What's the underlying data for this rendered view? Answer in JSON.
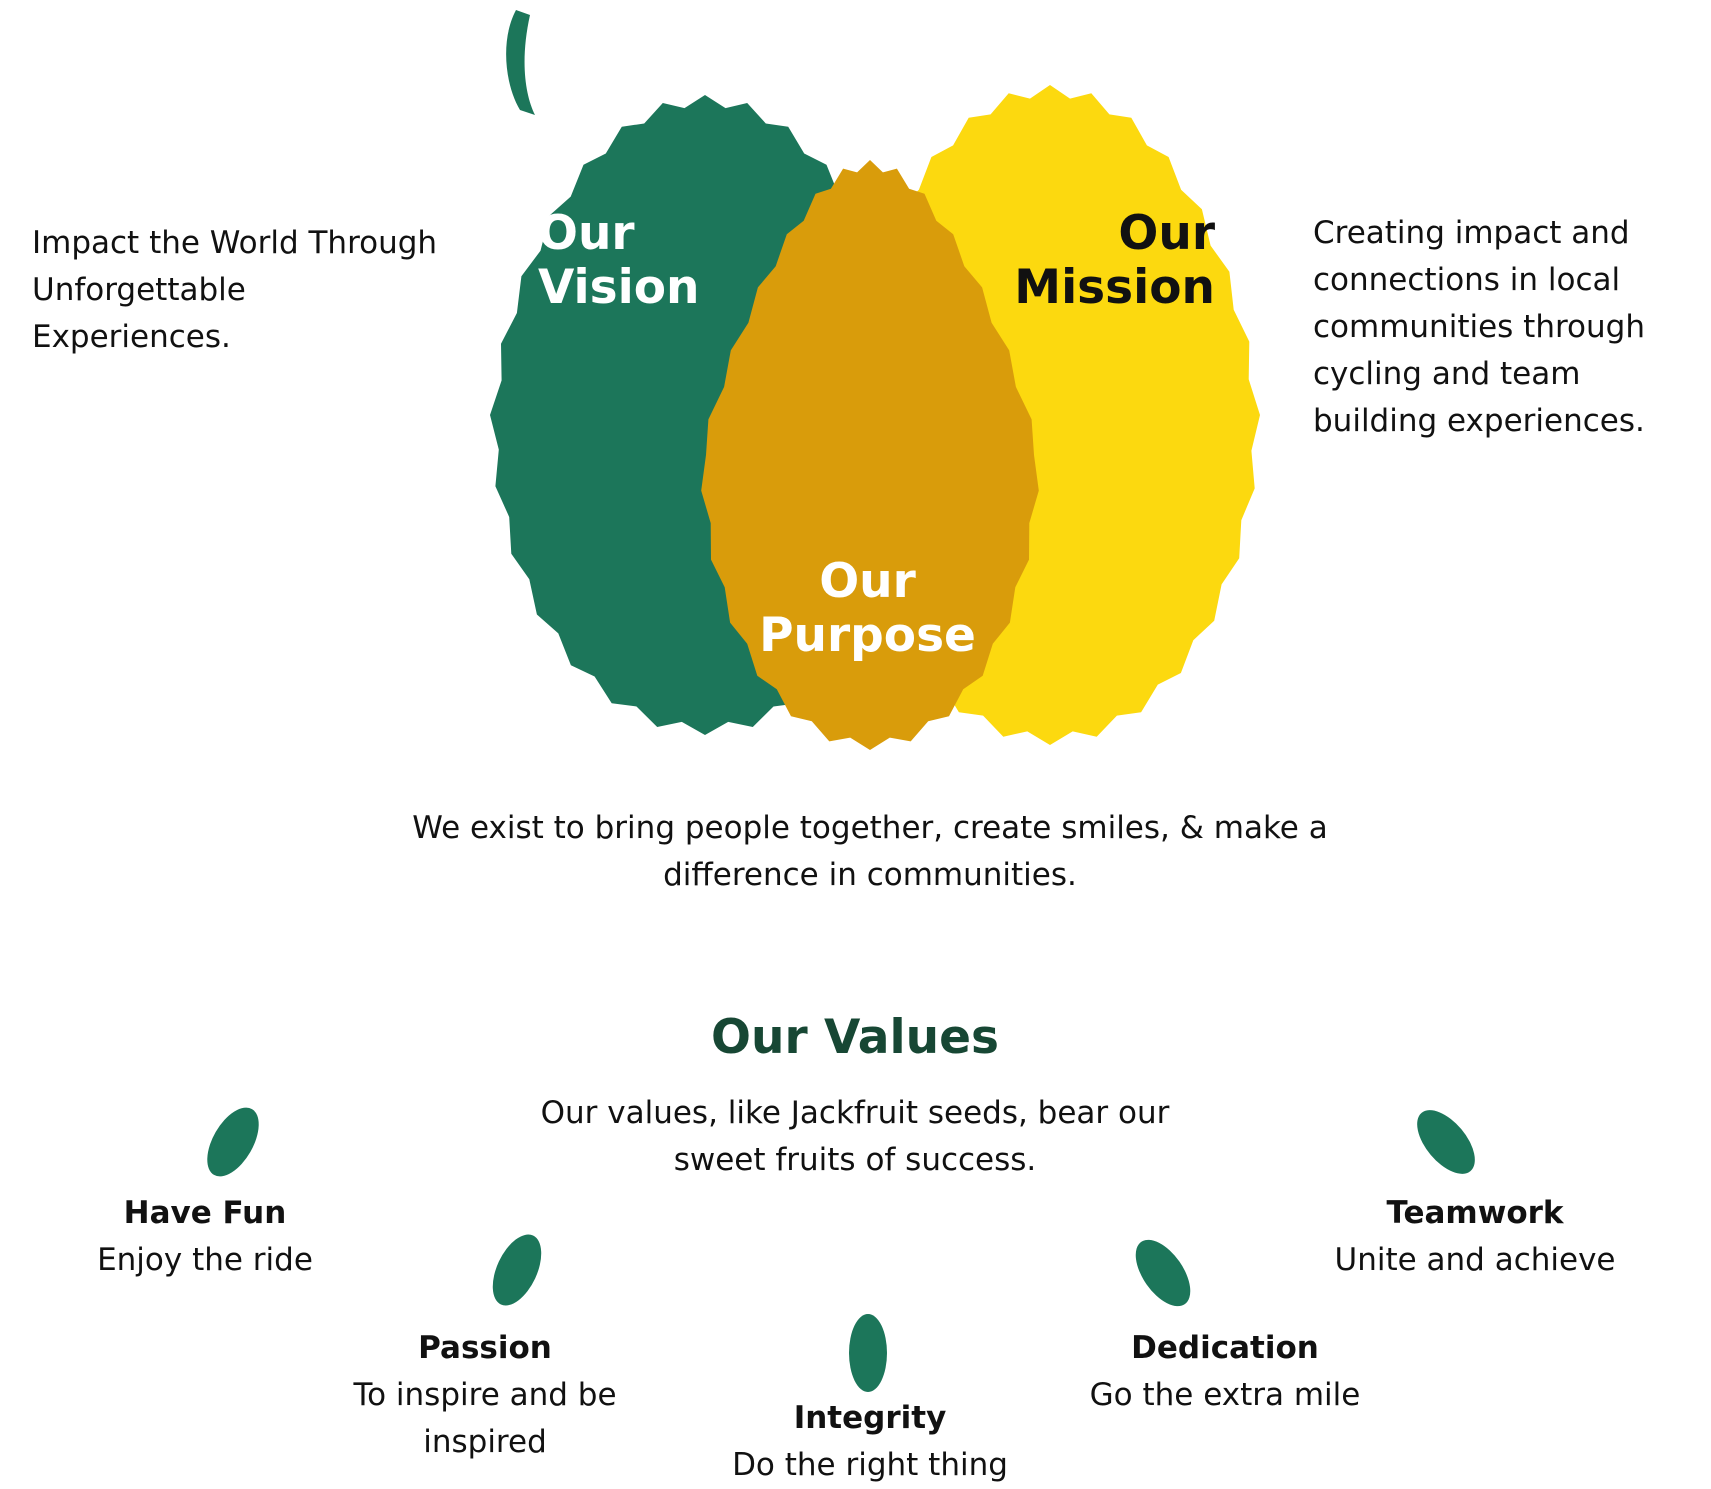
{
  "colors": {
    "vision_green": "#1C765A",
    "mission_yellow": "#FCD90F",
    "purpose_gold": "#D99C0B",
    "values_title": "#174734",
    "seed_green": "#1C765A",
    "text": "#111111"
  },
  "vision": {
    "label_line1": "Our",
    "label_line2": "Vision",
    "text": "Impact the World Through Unforgettable Experiences."
  },
  "mission": {
    "label_line1": "Our",
    "label_line2": "Mission",
    "text": "Creating impact and connections in local communities through cycling and team building experiences."
  },
  "purpose": {
    "label_line1": "Our",
    "label_line2": "Purpose",
    "text": "We exist to bring people together, create smiles, & make a difference in communities."
  },
  "values": {
    "title": "Our Values",
    "subtitle": "Our values, like Jackfruit seeds, bear our sweet fruits of success.",
    "items": [
      {
        "name": "Have Fun",
        "description": "Enjoy the ride",
        "icon": "seed-icon"
      },
      {
        "name": "Passion",
        "description": "To inspire and be inspired",
        "icon": "seed-icon"
      },
      {
        "name": "Integrity",
        "description": "Do the right thing",
        "icon": "seed-icon"
      },
      {
        "name": "Dedication",
        "description": "Go the extra mile",
        "icon": "seed-icon"
      },
      {
        "name": "Teamwork",
        "description": "Unite and achieve",
        "icon": "seed-icon"
      }
    ]
  }
}
